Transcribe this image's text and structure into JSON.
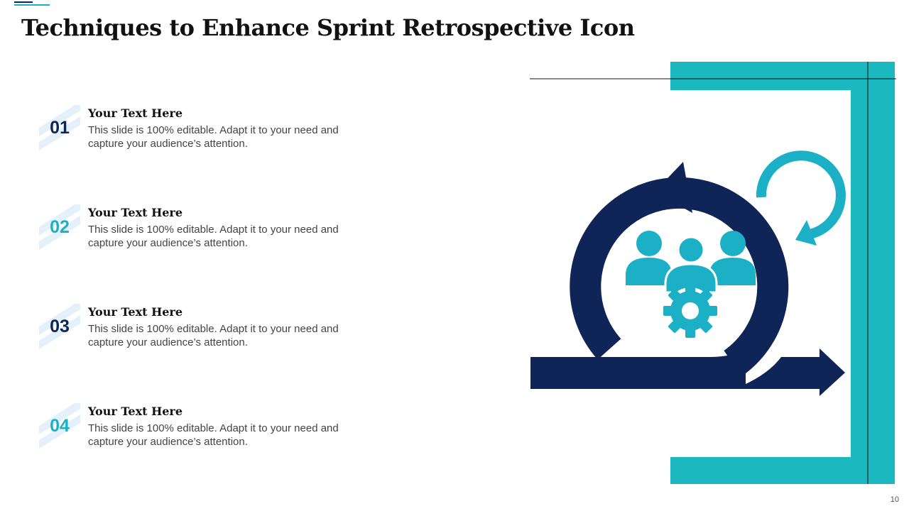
{
  "slide": {
    "title": "Techniques  to Enhance Sprint Retrospective Icon",
    "page_number": "10"
  },
  "colors": {
    "navy": "#0f2557",
    "teal": "#1cb0c6",
    "frame": "#1bb8bf",
    "light_stripe": "#e4f0fa"
  },
  "items": [
    {
      "number": "01",
      "number_color": "#0f2557",
      "heading": "Your Text Here",
      "text": "This slide is 100% editable. Adapt it to your need and capture your audience’s attention."
    },
    {
      "number": "02",
      "number_color": "#1cb0c6",
      "heading": "Your Text Here",
      "text": "This slide is 100% editable. Adapt it to your need and capture your audience’s attention."
    },
    {
      "number": "03",
      "number_color": "#0f2557",
      "heading": "Your Text Here",
      "text": "This slide is 100% editable. Adapt it to your need and capture your audience’s attention."
    },
    {
      "number": "04",
      "number_color": "#1cb0c6",
      "heading": "Your Text Here",
      "text": "This slide is 100% editable. Adapt it to your need and capture your audience’s attention."
    }
  ],
  "illustration": {
    "icons": [
      "sprint-loop-arrow-icon",
      "team-icon",
      "gear-icon",
      "refresh-arrow-icon",
      "forward-arrow-icon"
    ]
  }
}
